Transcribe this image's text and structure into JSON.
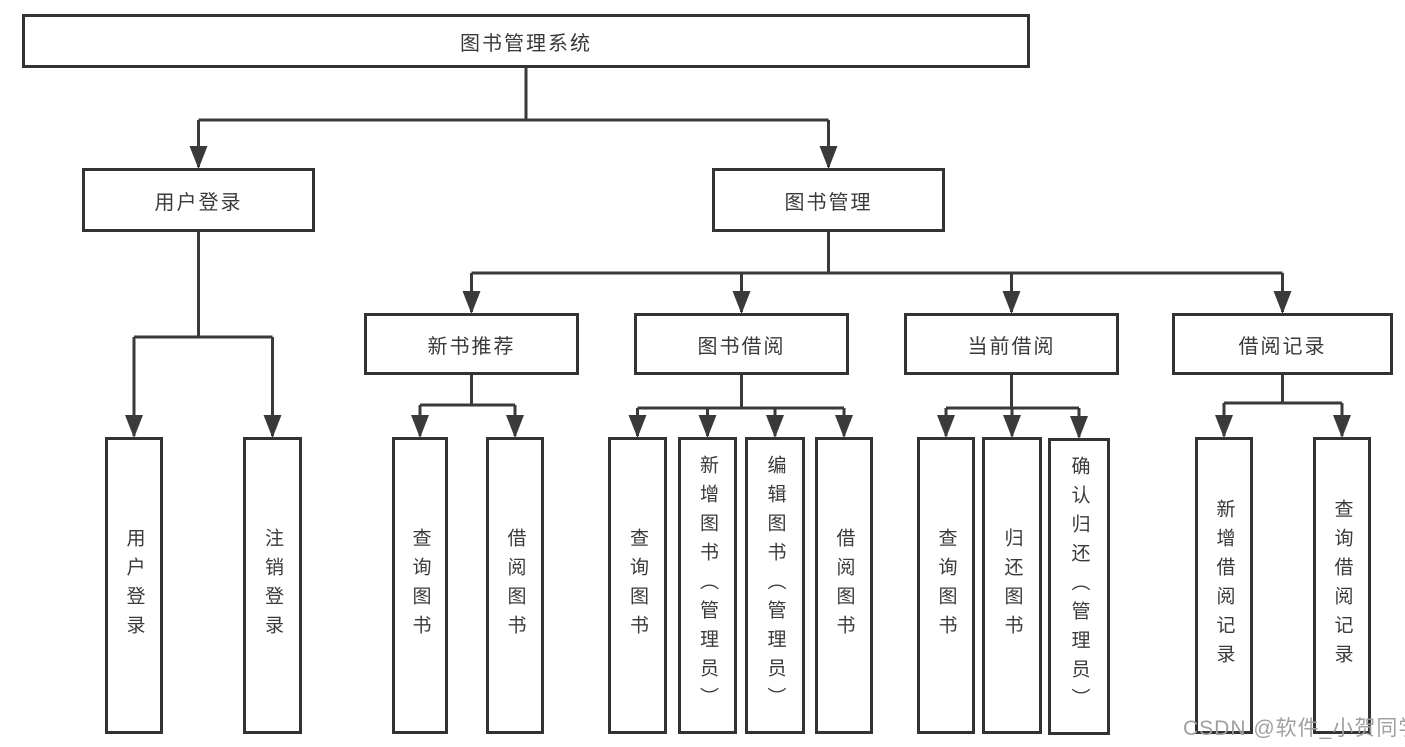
{
  "diagram": {
    "root": {
      "label": "图书管理系统"
    },
    "branches": [
      {
        "label": "用户登录",
        "children": [
          {
            "label": "用户登录"
          },
          {
            "label": "注销登录"
          }
        ]
      },
      {
        "label": "图书管理",
        "children": [
          {
            "label": "新书推荐",
            "children": [
              {
                "label": "查询图书"
              },
              {
                "label": "借阅图书"
              }
            ]
          },
          {
            "label": "图书借阅",
            "children": [
              {
                "label": "查询图书"
              },
              {
                "label": "新增图书（管理员）"
              },
              {
                "label": "编辑图书（管理员）"
              },
              {
                "label": "借阅图书"
              }
            ]
          },
          {
            "label": "当前借阅",
            "children": [
              {
                "label": "查询图书"
              },
              {
                "label": "归还图书"
              },
              {
                "label": "确认归还（管理员）"
              }
            ]
          },
          {
            "label": "借阅记录",
            "children": [
              {
                "label": "新增借阅记录"
              },
              {
                "label": "查询借阅记录"
              }
            ]
          }
        ]
      }
    ]
  },
  "watermark": {
    "text": "CSDN @软件_小贺同学"
  },
  "colors": {
    "background": "#ffffff",
    "box_border": "#333333",
    "connector_line": "#3a3a3a",
    "text": "#3a3a3a",
    "watermark_text": "#9fa0a3"
  }
}
